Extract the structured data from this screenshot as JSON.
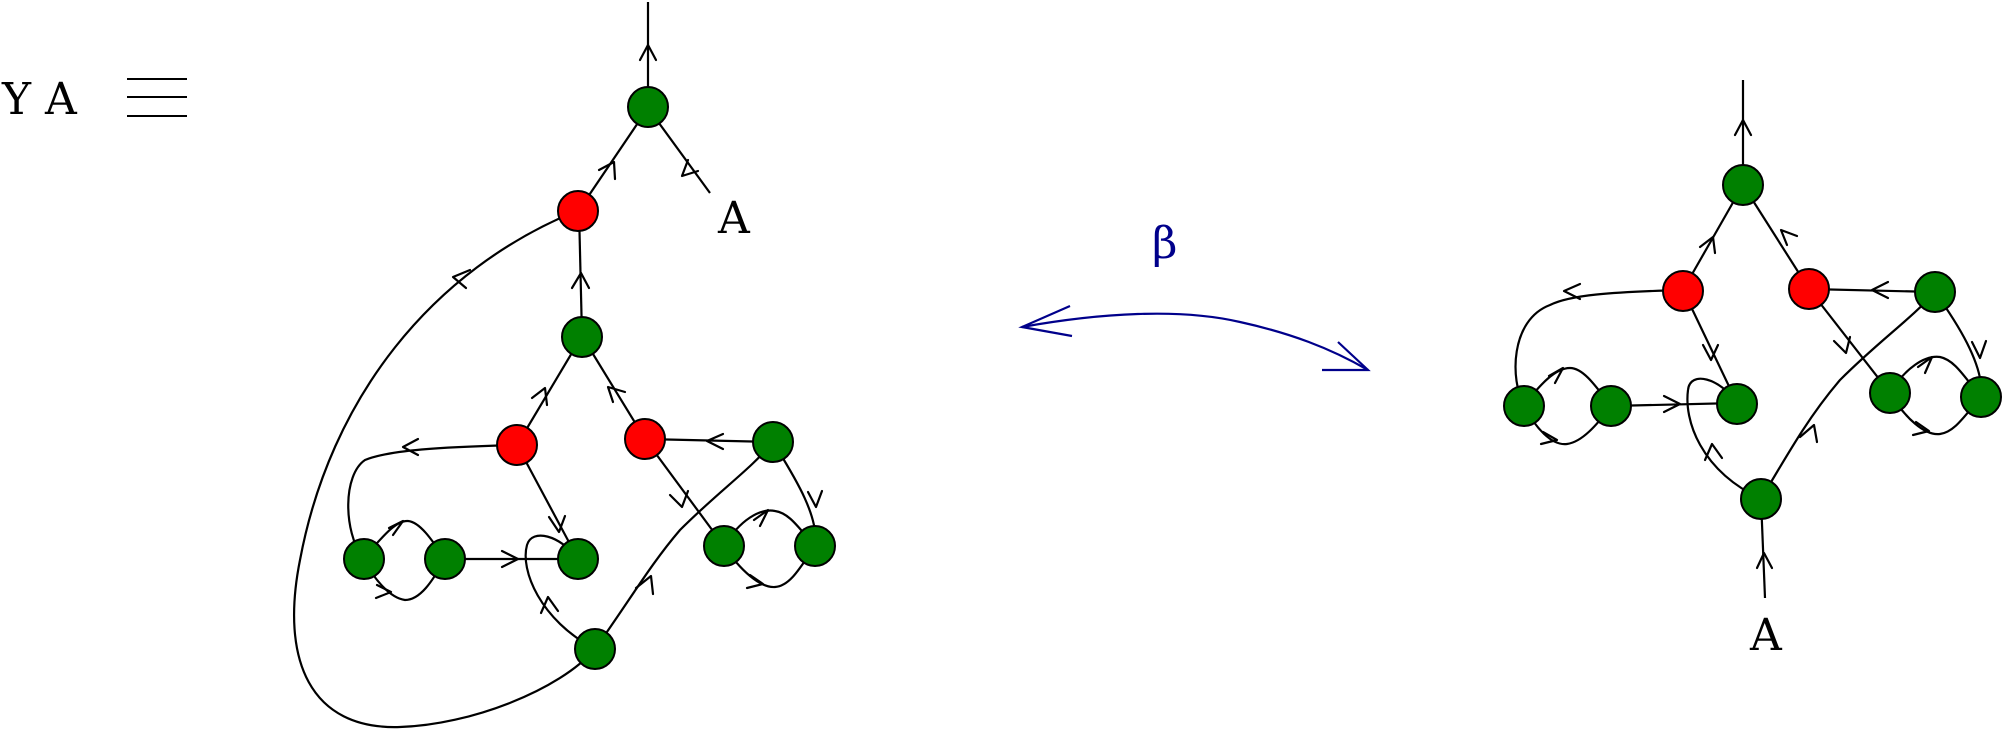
{
  "lhs": {
    "expr": "Y A",
    "equiv_icon": "triple-bar-equivalence-icon"
  },
  "left_graph": {
    "input_label": "A"
  },
  "relation": {
    "label": "β"
  },
  "right_graph": {
    "input_label": "A"
  },
  "colors": {
    "combinator_node": "#008000",
    "special_node": "#ff0000",
    "relation_arrow": "#00008b",
    "edges": "#000000"
  }
}
